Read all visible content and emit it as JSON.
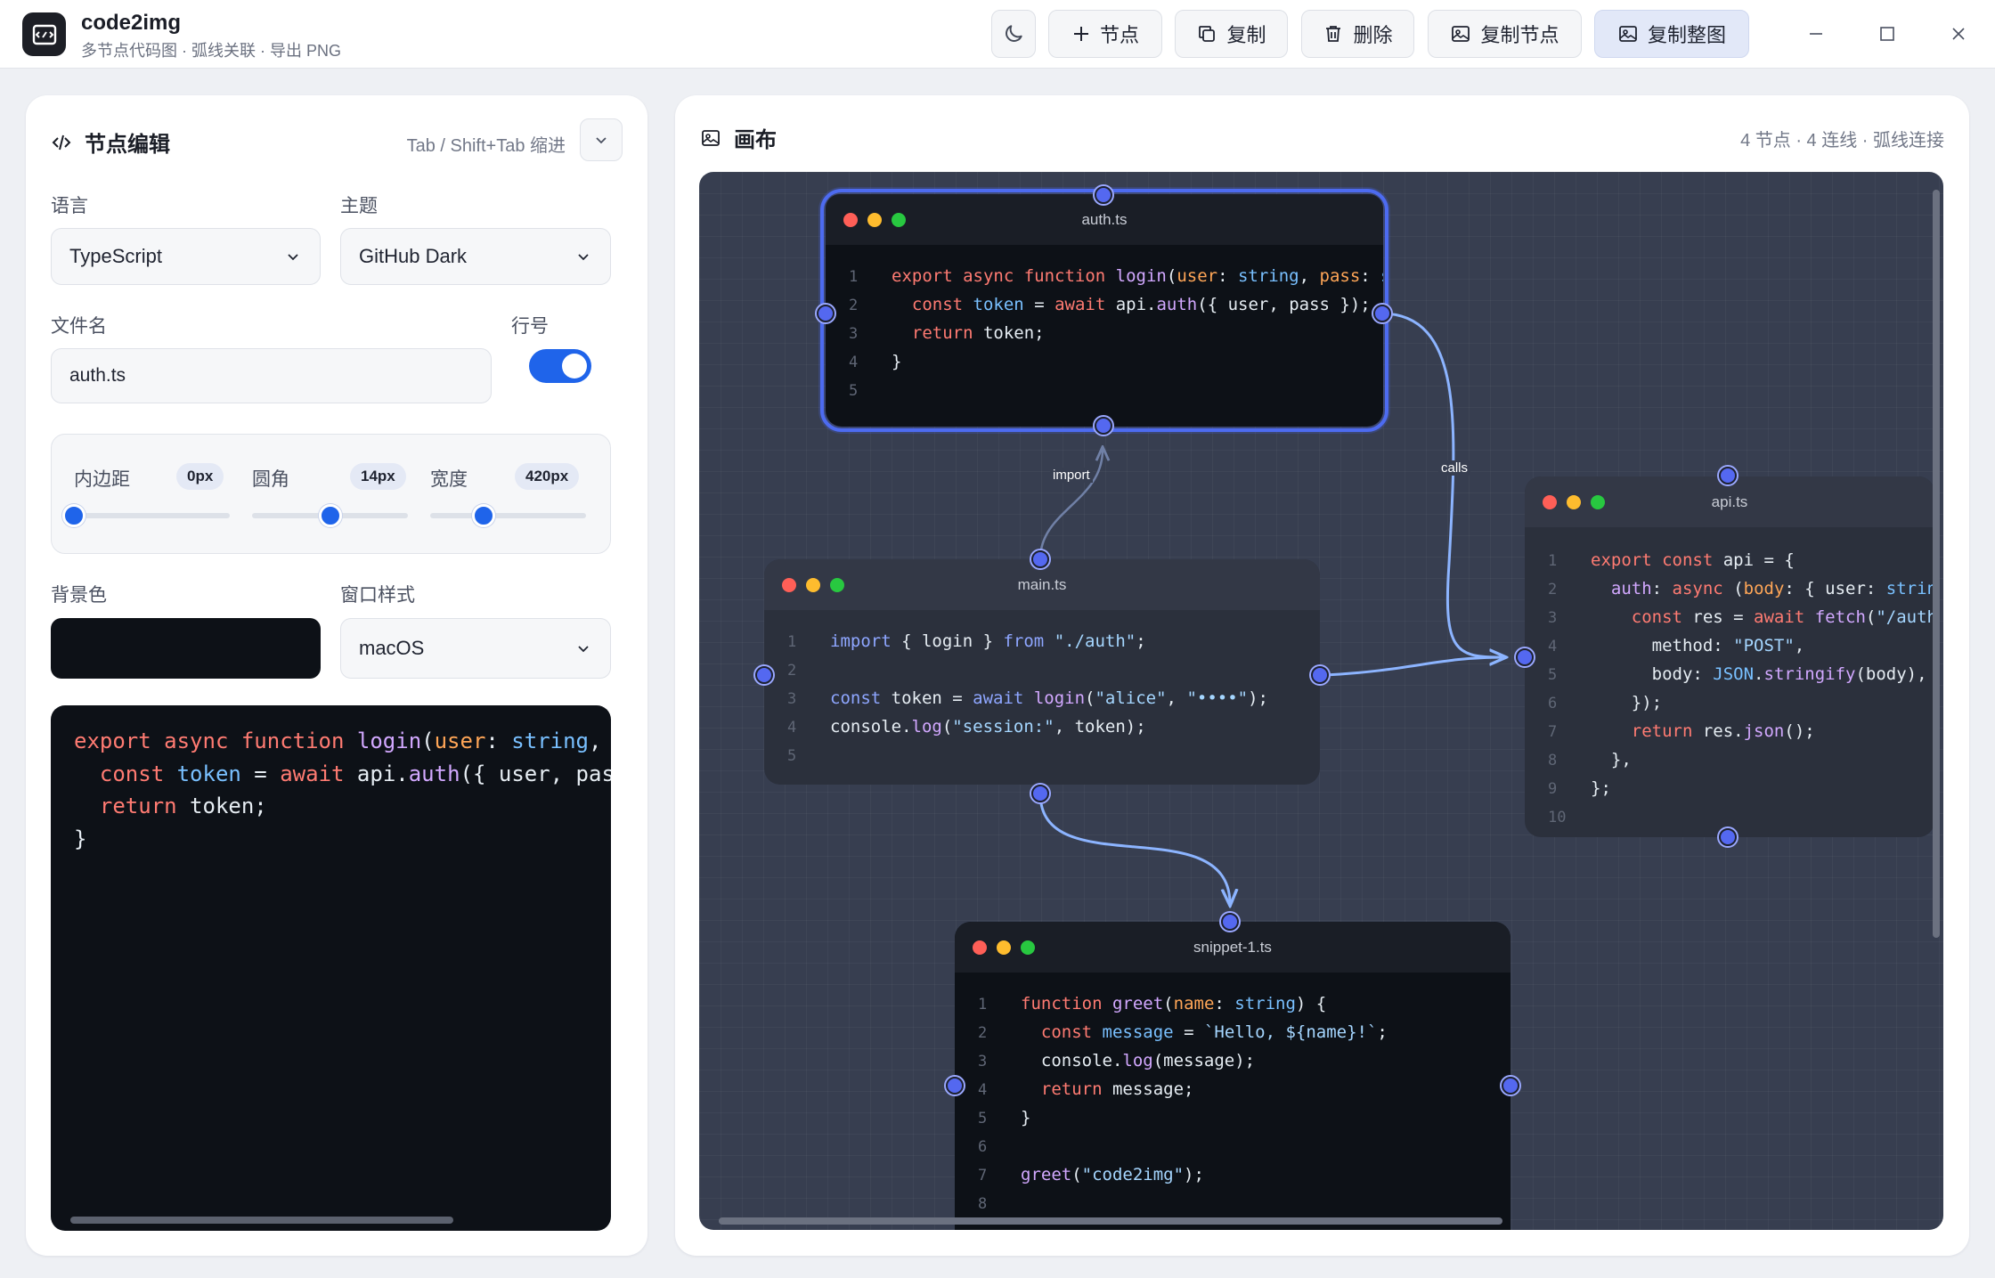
{
  "app": {
    "name": "code2img",
    "subtitle": "多节点代码图 · 弧线关联 · 导出 PNG"
  },
  "toolbar": {
    "add_node": "节点",
    "copy": "复制",
    "delete": "删除",
    "copy_node": "复制节点",
    "copy_all": "复制整图"
  },
  "editor": {
    "title": "节点编辑",
    "hint": "Tab / Shift+Tab 缩进",
    "language_label": "语言",
    "language_value": "TypeScript",
    "theme_label": "主题",
    "theme_value": "GitHub Dark",
    "filename_label": "文件名",
    "filename_value": "auth.ts",
    "line_numbers_label": "行号",
    "line_numbers_on": true,
    "padding_label": "内边距",
    "padding_value": "0px",
    "padding_level": 0,
    "radius_label": "圆角",
    "radius_value": "14px",
    "radius_level": 0.5,
    "width_label": "宽度",
    "width_value": "420px",
    "width_level": 0.34,
    "bg_label": "背景色",
    "bg_color": "#0d1117",
    "window_label": "窗口样式",
    "window_value": "macOS"
  },
  "canvas": {
    "title": "画布",
    "stats": "4 节点 · 4 连线 · 弧线连接",
    "edge_labels": {
      "import": "import",
      "calls": "calls"
    },
    "nodes": {
      "auth": {
        "filename": "auth.ts",
        "lines": [
          "1",
          "2",
          "3",
          "4",
          "5"
        ]
      },
      "main": {
        "filename": "main.ts",
        "lines": [
          "1",
          "2",
          "3",
          "4",
          "5"
        ]
      },
      "api": {
        "filename": "api.ts",
        "lines": [
          "1",
          "2",
          "3",
          "4",
          "5",
          "6",
          "7",
          "8",
          "9",
          "10"
        ]
      },
      "snippet": {
        "filename": "snippet-1.ts",
        "lines": [
          "1",
          "2",
          "3",
          "4",
          "5",
          "6",
          "7",
          "8"
        ]
      }
    }
  },
  "colors": {
    "accent": "#1f64ea",
    "handle": "#5468f0",
    "edge": "#8cb4ff",
    "canvas_bg": "#373e50"
  },
  "icons": [
    "moon-icon",
    "plus-icon",
    "copy-icon",
    "trash-icon",
    "image-icon",
    "code-icon",
    "chevron-down-icon",
    "minimize-icon",
    "maximize-icon",
    "close-icon"
  ]
}
